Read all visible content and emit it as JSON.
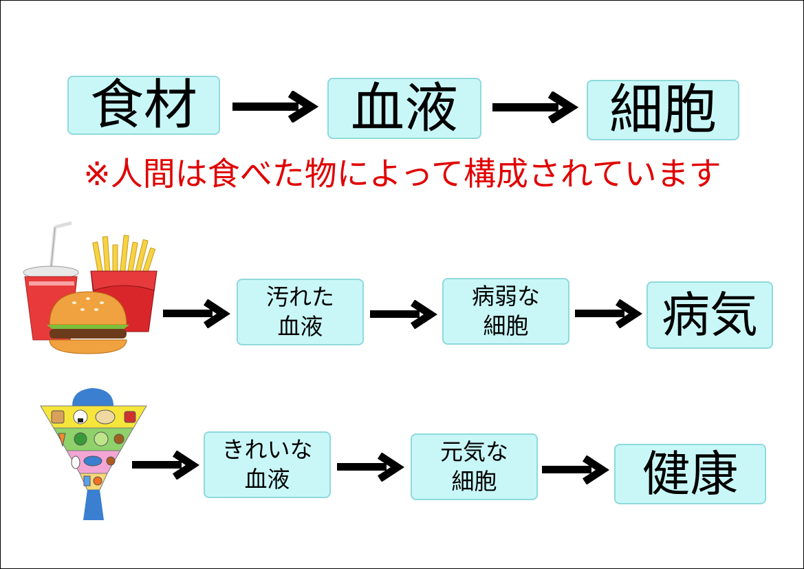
{
  "row1": {
    "boxes": [
      "食材",
      "血液",
      "細胞"
    ]
  },
  "note": "※人間は食べた物によって構成されています",
  "row2": {
    "illustration": "junk-food-illustration",
    "boxes": [
      "汚れた\n血液",
      "病弱な\n細胞",
      "病気"
    ]
  },
  "row3": {
    "illustration": "food-pyramid-illustration",
    "boxes": [
      "きれいな\n血液",
      "元気な\n細胞",
      "健康"
    ]
  },
  "colors": {
    "box_fill": "#c9f7f7",
    "box_border": "#8fd9dc",
    "note_text": "#e00000",
    "arrow": "#000000"
  }
}
